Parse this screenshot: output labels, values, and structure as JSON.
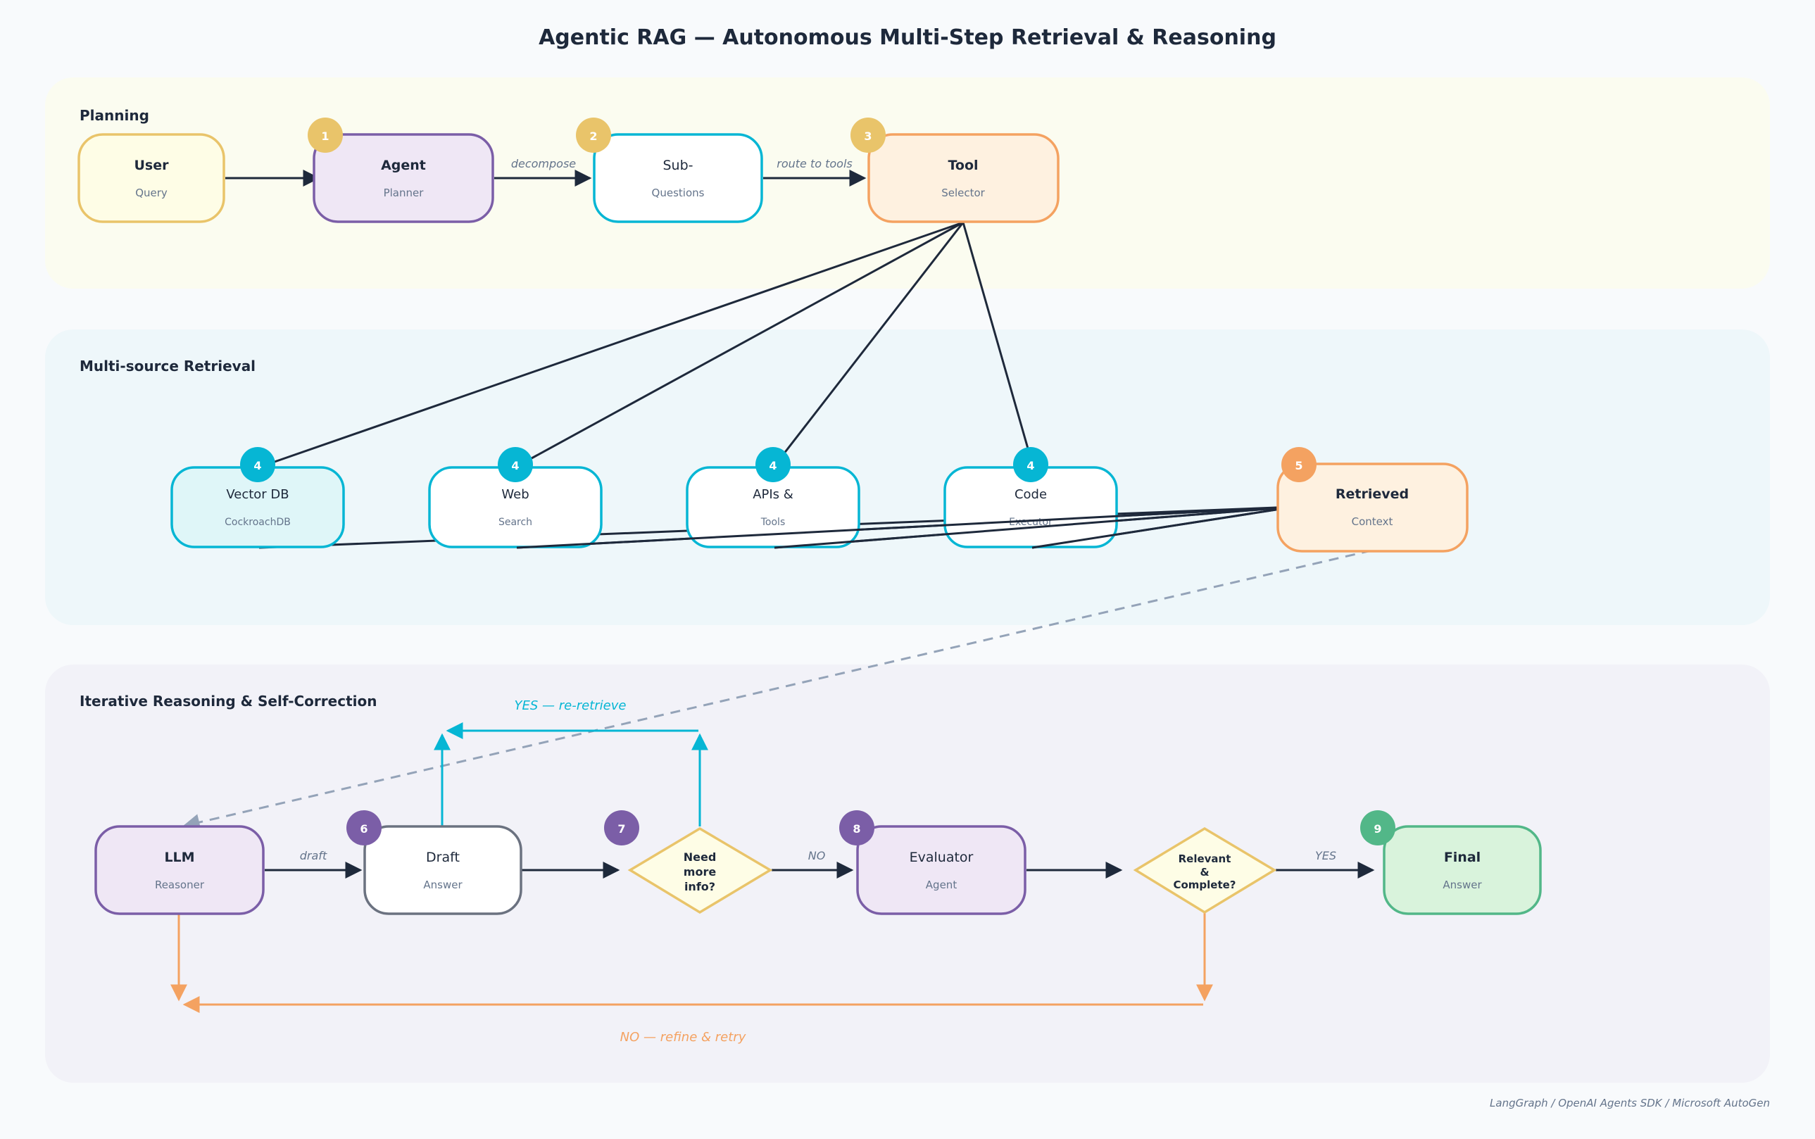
{
  "title": "Agentic RAG — Autonomous Multi-Step Retrieval & Reasoning",
  "footer": "LangGraph / OpenAI Agents SDK / Microsoft AutoGen",
  "colors": {
    "ink": "#1e293b",
    "muted": "#64748b",
    "cyan": "#06b6d4",
    "orange": "#f4a261",
    "purple": "#7b5ea7",
    "yellow": "#e9c46a",
    "green": "#52b788",
    "gray": "#94a3b8"
  },
  "sections": {
    "planning": "Planning",
    "retrieval": "Multi-source Retrieval",
    "reasoning": "Iterative Reasoning & Self-Correction"
  },
  "nodes": {
    "user": {
      "title": "User",
      "subtitle": "Query",
      "badge": ""
    },
    "agent": {
      "title": "Agent",
      "subtitle": "Planner",
      "badge": "1"
    },
    "subq": {
      "title": "Sub-",
      "subtitle": "Questions",
      "badge": "2"
    },
    "tool": {
      "title": "Tool",
      "subtitle": "Selector",
      "badge": "3"
    },
    "vector": {
      "title": "Vector DB",
      "subtitle": "CockroachDB",
      "badge": "4"
    },
    "web": {
      "title": "Web",
      "subtitle": "Search",
      "badge": "4"
    },
    "apis": {
      "title": "APIs &",
      "subtitle": "Tools",
      "badge": "4"
    },
    "code": {
      "title": "Code",
      "subtitle": "Executor",
      "badge": "4"
    },
    "retrieved": {
      "title": "Retrieved",
      "subtitle": "Context",
      "badge": "5"
    },
    "llm": {
      "title": "LLM",
      "subtitle": "Reasoner",
      "badge": ""
    },
    "draft": {
      "title": "Draft",
      "subtitle": "Answer",
      "badge": "6"
    },
    "need": {
      "lines": [
        "Need",
        "more",
        "info?"
      ],
      "badge": "7"
    },
    "evaluator": {
      "title": "Evaluator",
      "subtitle": "Agent",
      "badge": "8"
    },
    "relevant": {
      "lines": [
        "Relevant",
        "&",
        "Complete?"
      ]
    },
    "final": {
      "title": "Final",
      "subtitle": "Answer",
      "badge": "9"
    }
  },
  "edge_labels": {
    "decompose": "decompose",
    "route": "route to tools",
    "draft": "draft",
    "no": "NO",
    "yes": "YES",
    "reretrieve": "YES — re-retrieve",
    "refine": "NO — refine & retry"
  }
}
